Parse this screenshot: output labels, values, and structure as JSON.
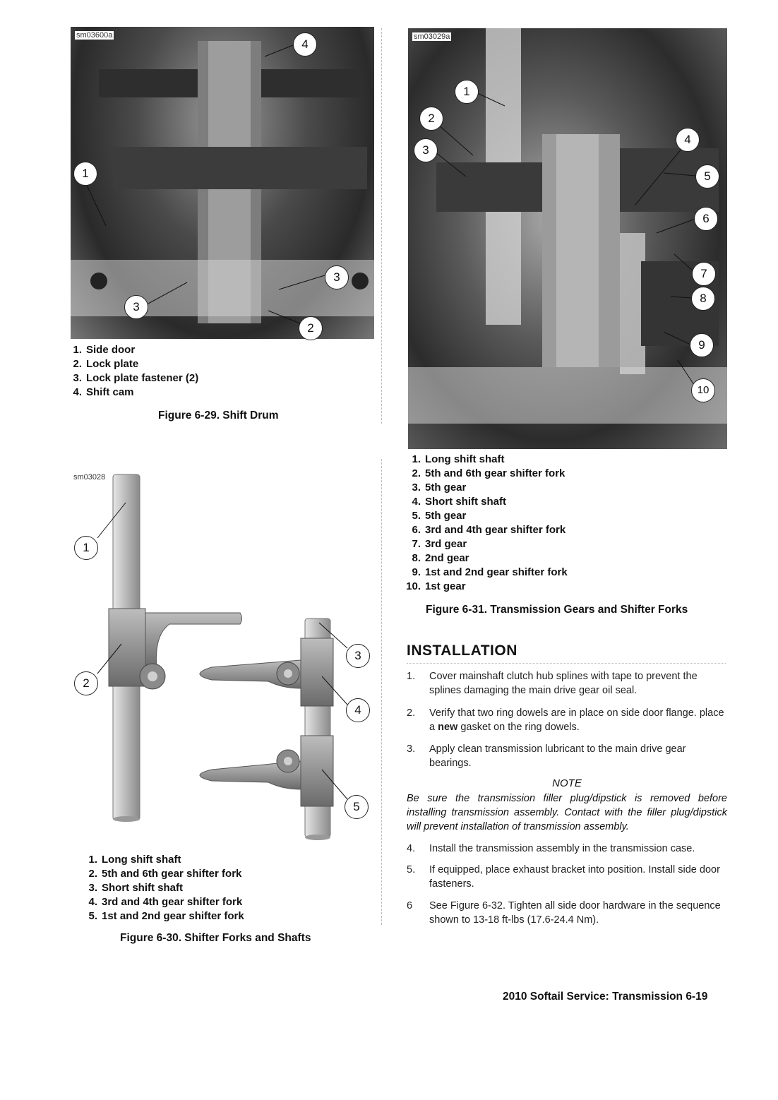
{
  "figures": {
    "fig29": {
      "image_id": "sm03600a",
      "callouts": [
        "1",
        "2",
        "3",
        "3",
        "4"
      ],
      "legend": [
        {
          "num": "1.",
          "text": "Side door"
        },
        {
          "num": "2.",
          "text": "Lock plate"
        },
        {
          "num": "3.",
          "text": "Lock plate fastener (2)"
        },
        {
          "num": "4.",
          "text": "Shift cam"
        }
      ],
      "caption": "Figure 6-29. Shift Drum"
    },
    "fig30": {
      "image_id": "sm03028",
      "callouts": [
        "1",
        "2",
        "3",
        "4",
        "5"
      ],
      "legend": [
        {
          "num": "1.",
          "text": "Long shift shaft"
        },
        {
          "num": "2.",
          "text": "5th and 6th gear shifter fork"
        },
        {
          "num": "3.",
          "text": "Short shift shaft"
        },
        {
          "num": "4.",
          "text": "3rd and 4th gear shifter fork"
        },
        {
          "num": "5.",
          "text": "1st and 2nd gear shifter fork"
        }
      ],
      "caption": "Figure 6-30. Shifter Forks and Shafts"
    },
    "fig31": {
      "image_id": "sm03029a",
      "callouts": [
        "1",
        "2",
        "3",
        "4",
        "5",
        "6",
        "7",
        "8",
        "9",
        "10"
      ],
      "legend": [
        {
          "num": "1.",
          "text": "Long shift shaft"
        },
        {
          "num": "2.",
          "text": "5th and 6th gear shifter fork"
        },
        {
          "num": "3.",
          "text": "5th gear"
        },
        {
          "num": "4.",
          "text": "Short shift shaft"
        },
        {
          "num": "5.",
          "text": "5th gear"
        },
        {
          "num": "6.",
          "text": "3rd and 4th gear shifter fork"
        },
        {
          "num": "7.",
          "text": "3rd gear"
        },
        {
          "num": "8.",
          "text": "2nd gear"
        },
        {
          "num": "9.",
          "text": "1st and 2nd gear shifter fork"
        },
        {
          "num": "10.",
          "text": "1st gear"
        }
      ],
      "caption": "Figure 6-31. Transmission Gears and Shifter Forks"
    }
  },
  "installation": {
    "heading": "INSTALLATION",
    "steps": [
      {
        "num": "1.",
        "text": "Cover mainshaft clutch hub splines with tape to prevent the splines damaging the main drive gear oil seal."
      },
      {
        "num": "2.",
        "text_before": "Verify that two ring dowels are in place on side door flange. place a ",
        "bold": "new",
        "text_after": " gasket on the ring dowels."
      },
      {
        "num": "3.",
        "text": "Apply clean transmission lubricant to the main drive gear bearings."
      }
    ],
    "note_title": "NOTE",
    "note_body": "Be sure the transmission filler plug/dipstick is removed before installing transmission assembly. Contact with the filler plug/dipstick will prevent installation of transmission assembly.",
    "steps2": [
      {
        "num": "4.",
        "text": "Install the transmission assembly in the transmission case."
      },
      {
        "num": "5.",
        "text": "If equipped, place exhaust bracket into position. Install side door fasteners."
      },
      {
        "num": "6",
        "text": "See Figure 6-32. Tighten all side door hardware in the sequence shown to 13-18 ft-lbs (17.6-24.4 Nm)."
      }
    ]
  },
  "footer": "2010 Softail Service: Transmission 6-19"
}
